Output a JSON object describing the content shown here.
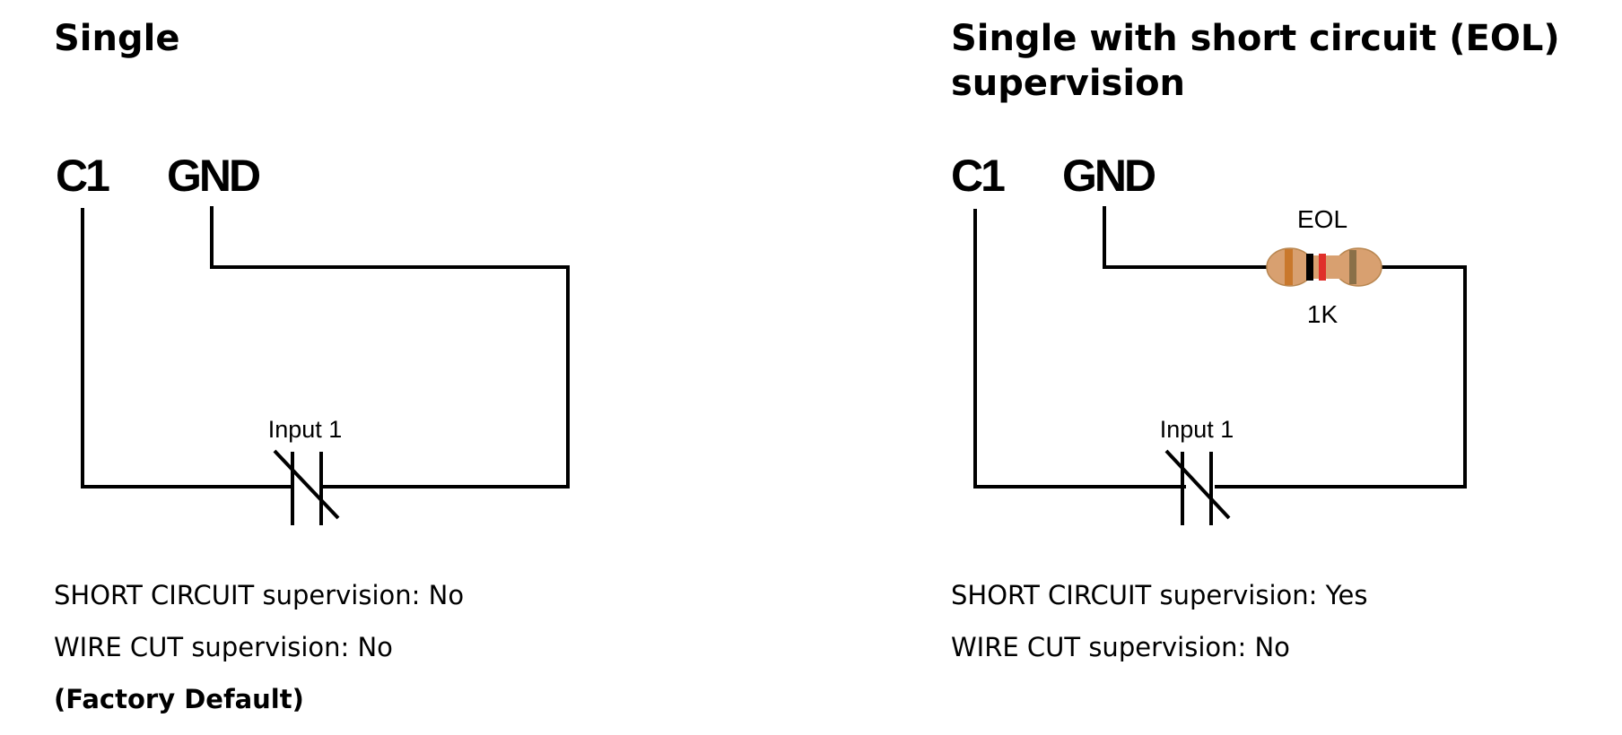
{
  "left": {
    "title": "Single",
    "terminal_a": "C1",
    "terminal_b": "GND",
    "input_label": "Input 1",
    "short_circuit": "SHORT CIRCUIT supervision: No",
    "wire_cut": "WIRE CUT supervision: No",
    "note": "(Factory Default)"
  },
  "right": {
    "title": "Single with short circuit (EOL) supervision",
    "terminal_a": "C1",
    "terminal_b": "GND",
    "resistor_label": "EOL",
    "resistor_value": "1K",
    "input_label": "Input 1",
    "short_circuit": "SHORT CIRCUIT supervision: Yes",
    "wire_cut": "WIRE CUT supervision: No"
  },
  "colors": {
    "wire": "#000000",
    "resistor_body": "#d8a070",
    "band_orange": "#c9782c",
    "band_black": "#000000",
    "band_red": "#e0302a",
    "band_gold": "#8a7048"
  }
}
